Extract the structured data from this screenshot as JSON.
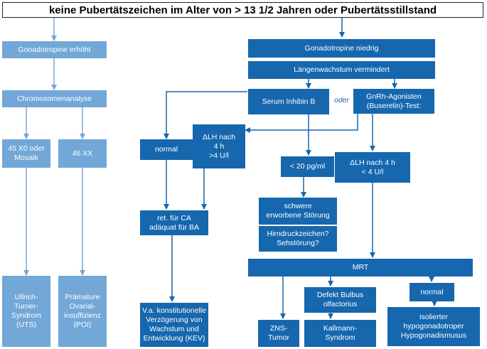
{
  "title": "keine Pubertätszeichen im Alter von > 13 1/2 Jahren oder Pubertätsstillstand",
  "oder": "oder",
  "nodes": {
    "gonadotropine_erhoeht": "Gonadotropine erhöht",
    "chromosomenanalyse": "Chromosomenanalyse",
    "x45": "45 X0 oder\nMosaik",
    "xx46": "46 XX",
    "uts": "Ullrich-\nTurner-\nSyndrom\n(UTS)",
    "poi": "Prämature\nOvarial-\ninsuffizienz\n(POI)",
    "gonadotropine_niedrig": "Gonadotropine niedrig",
    "laengenwachstum": "Längenwachstum vermindert",
    "inhibin": "Serum Inhibin B",
    "gnrh": "GnRh-Agonisten\n(Buserelin)-Test:",
    "normal1": "normal",
    "lh_gt4": "ΔLH nach\n4 h\n>4 U/l",
    "lt20": "< 20 pg/ml",
    "lh_lt4": "ΔLH nach 4 h\n< 4 U/l",
    "ret_ca": "ret. für CA\nadäquat für BA",
    "schwere": "schwere\nerworbene Störung",
    "hirndruck": "Hirndruckzeichen?\nSehstörung?",
    "mrt": "MRT",
    "kev": "V.a. konstitutionelle\nVerzögerung von\nWachstum und\nEntwicklung (KEV)",
    "defekt": "Defekt Bulbus\nolfactorius",
    "normal2": "normal",
    "zns": "ZNS-\nTumor",
    "kallmann": "Kallmann-\nSyndrom",
    "isolierter": "isolierter\nhypogonadotroper\nHypogonadismusus"
  },
  "colors": {
    "dark": "#1667ae",
    "light": "#72a7d8"
  }
}
